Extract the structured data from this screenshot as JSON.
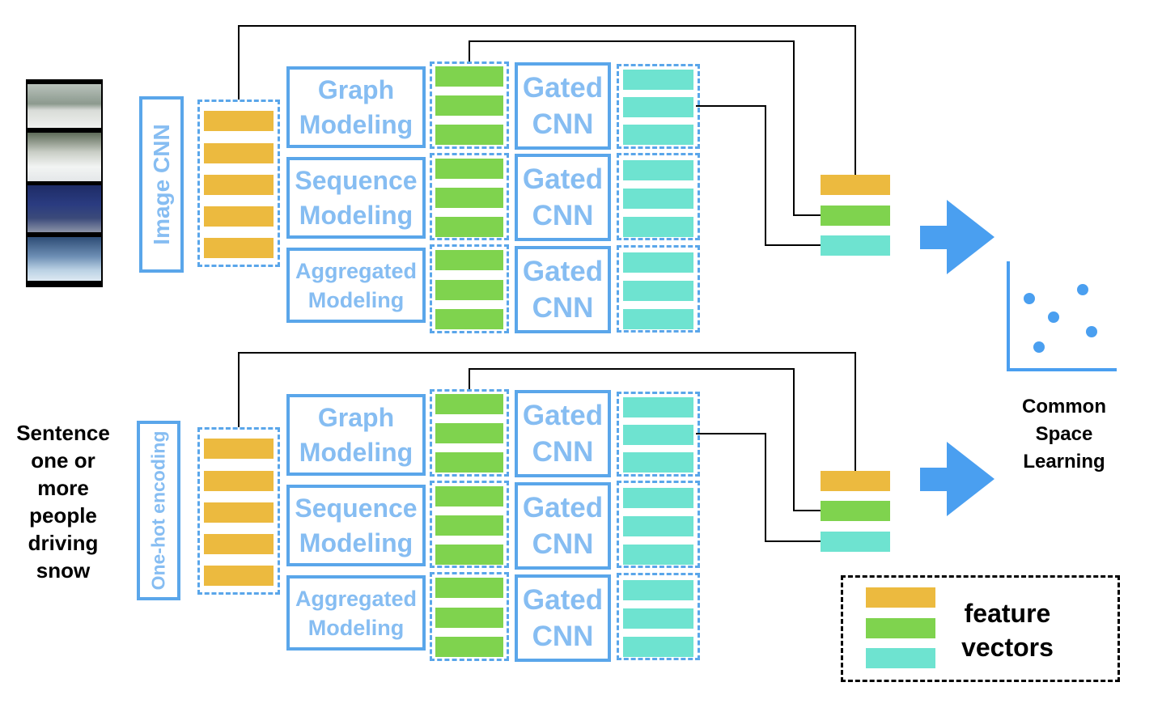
{
  "colors": {
    "box_border": "#5aa6ea",
    "box_text": "#86bdf2",
    "feature_orange": "#ecba3f",
    "feature_green": "#7fd34e",
    "feature_cyan": "#6ee3d0",
    "arrow_blue": "#4a9ff0"
  },
  "top": {
    "encoder_label": "Image CNN",
    "modules": [
      {
        "label": [
          "Graph",
          "Modeling"
        ]
      },
      {
        "label": [
          "Sequence",
          "Modeling"
        ]
      },
      {
        "label": [
          "Aggregated",
          "Modeling"
        ]
      }
    ],
    "gated": [
      {
        "label": [
          "Gated",
          "CNN"
        ]
      },
      {
        "label": [
          "Gated",
          "CNN"
        ]
      },
      {
        "label": [
          "Gated",
          "CNN"
        ]
      }
    ]
  },
  "bottom": {
    "encoder_label": "One-hot encoding",
    "sentence": [
      "Sentence",
      "one or",
      "more",
      "people",
      "driving",
      "snow"
    ],
    "modules": [
      {
        "label": [
          "Graph",
          "Modeling"
        ]
      },
      {
        "label": [
          "Sequence",
          "Modeling"
        ]
      },
      {
        "label": [
          "Aggregated",
          "Modeling"
        ]
      }
    ],
    "gated": [
      {
        "label": [
          "Gated",
          "CNN"
        ]
      },
      {
        "label": [
          "Gated",
          "CNN"
        ]
      },
      {
        "label": [
          "Gated",
          "CNN"
        ]
      }
    ]
  },
  "common_space": [
    "Common",
    "Space",
    "Learning"
  ],
  "legend": [
    "feature",
    "vectors"
  ],
  "icons": [
    "video-frames",
    "arrow-right-icon",
    "scatter-plot-icon"
  ]
}
